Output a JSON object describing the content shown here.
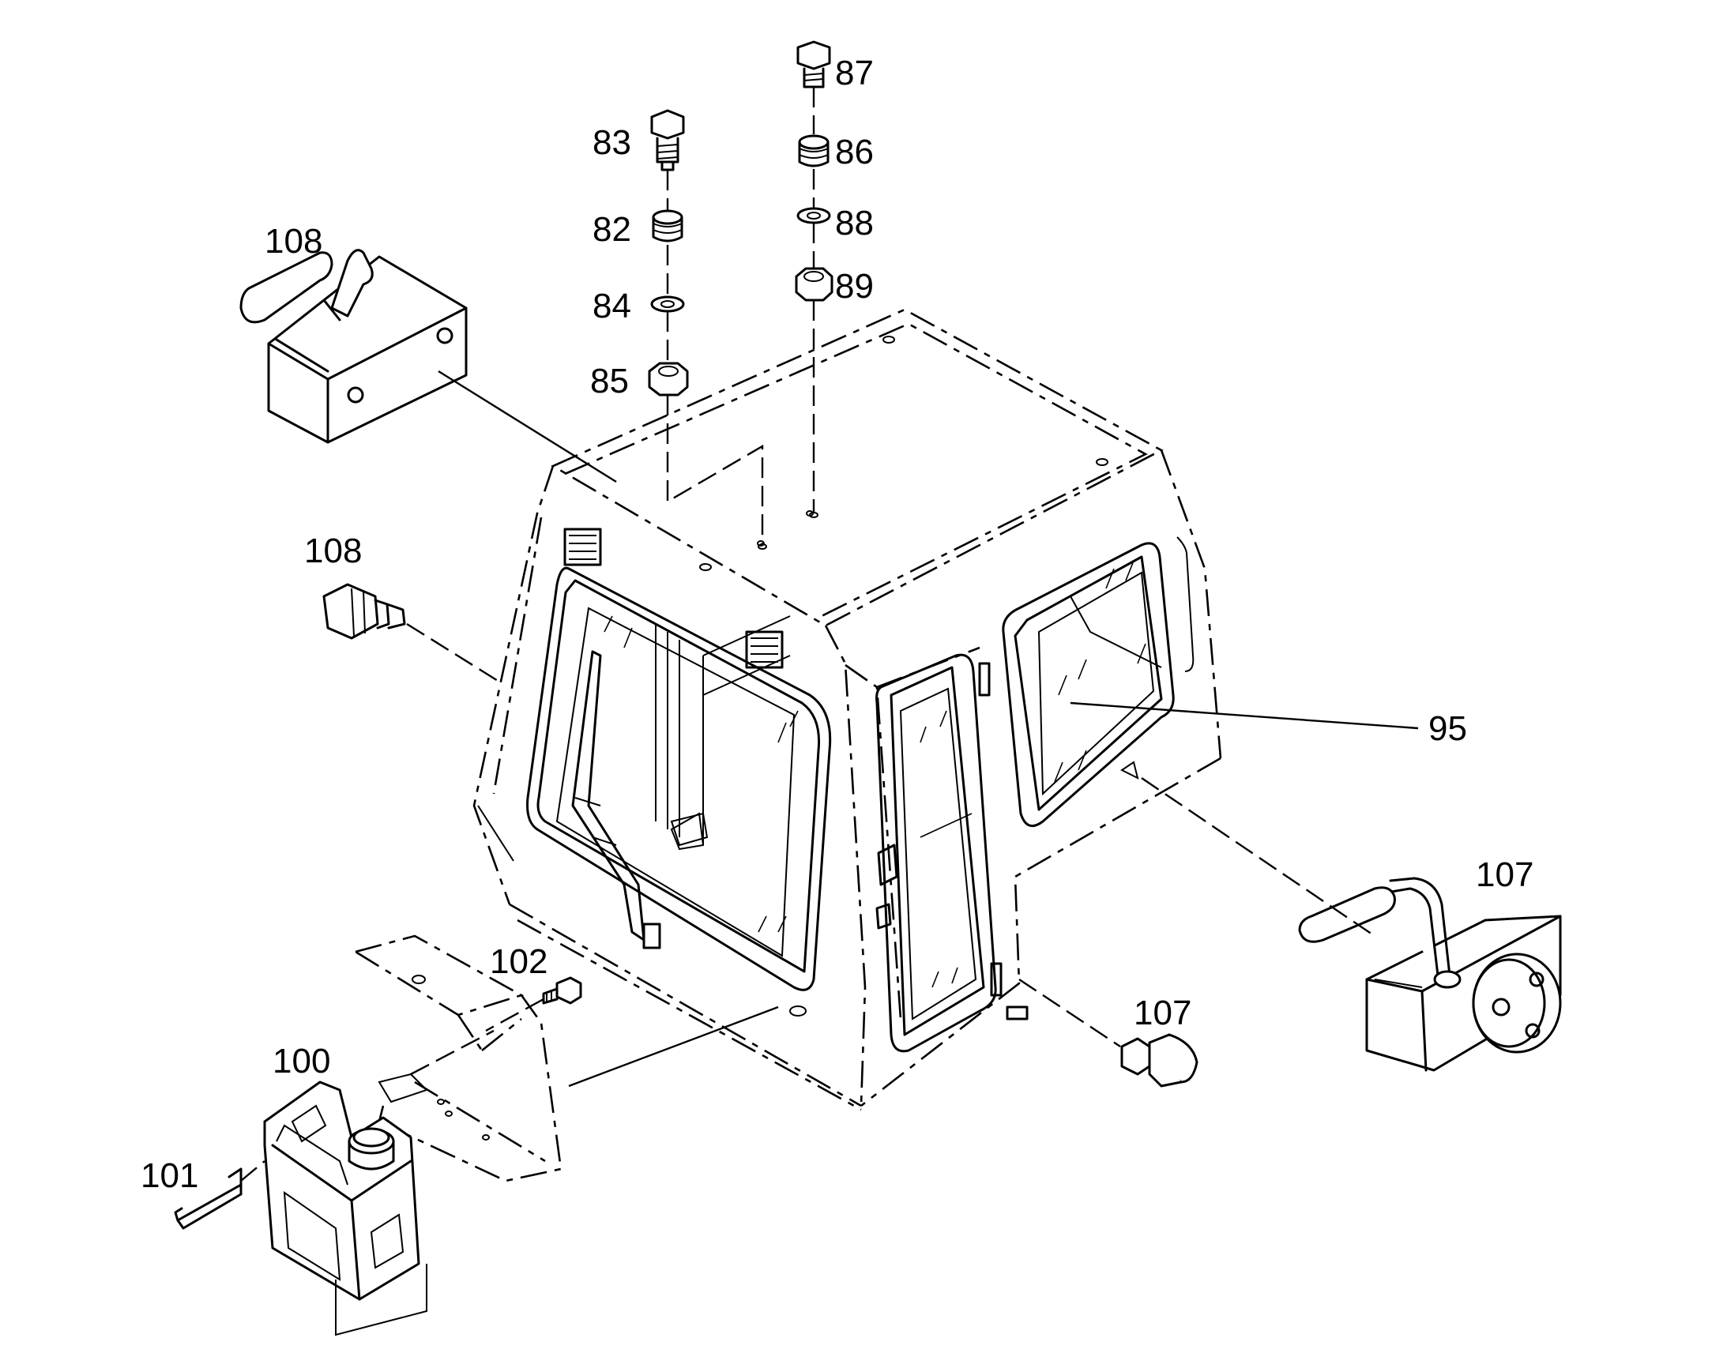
{
  "diagram": {
    "type": "exploded parts diagram",
    "labels": {
      "p83": "83",
      "p82": "82",
      "p84": "84",
      "p85": "85",
      "p87": "87",
      "p86": "86",
      "p88": "88",
      "p89": "89",
      "p108a": "108",
      "p108b": "108",
      "p95": "95",
      "p107a": "107",
      "p107b": "107",
      "p102": "102",
      "p100": "100",
      "p101": "101"
    },
    "colors": {
      "line": "#000000",
      "background": "#ffffff"
    }
  }
}
